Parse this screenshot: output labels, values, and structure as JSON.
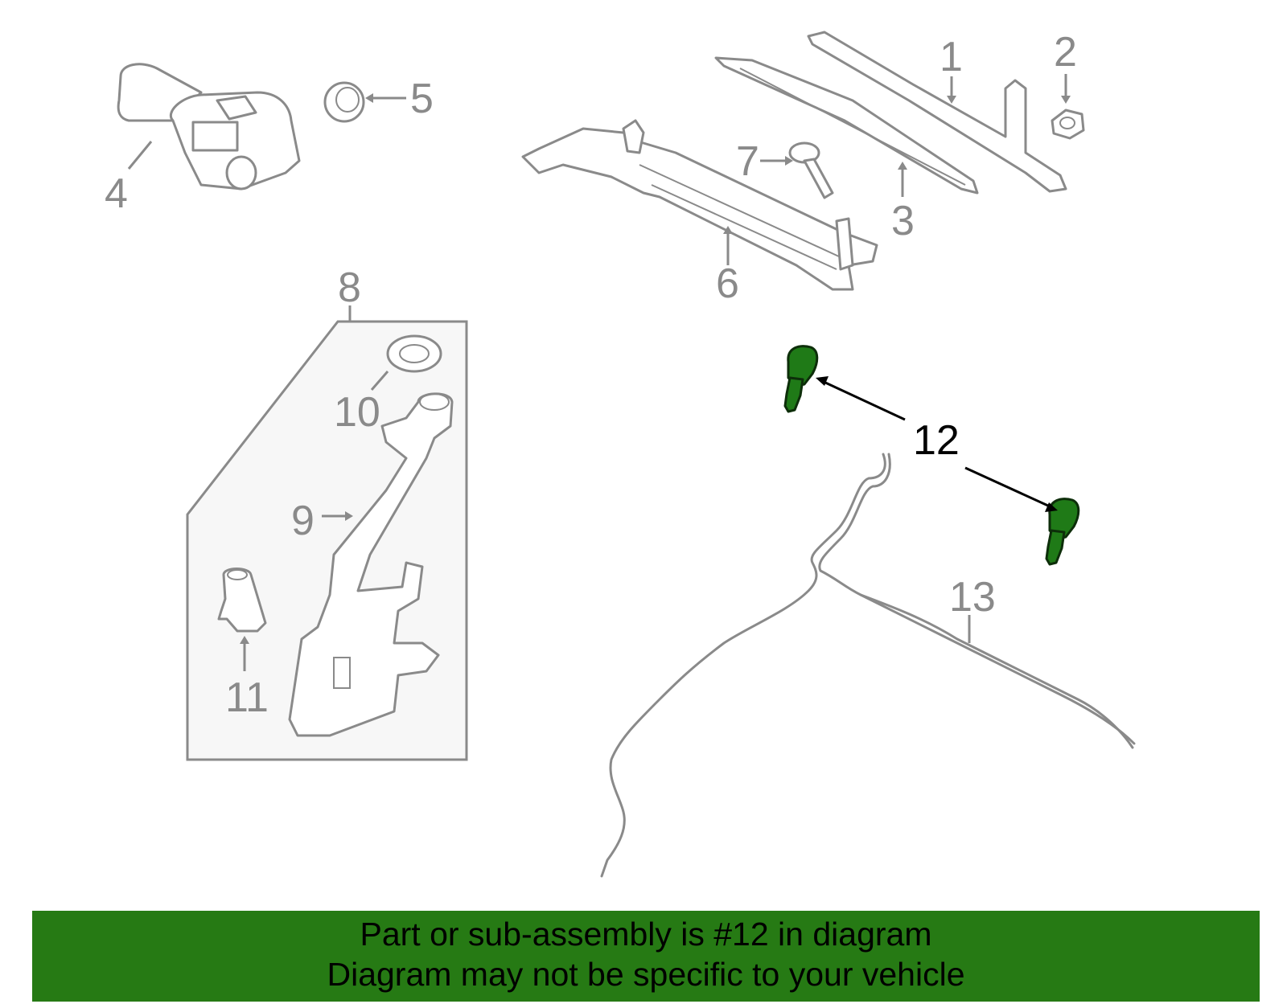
{
  "callouts": {
    "c1": "1",
    "c2": "2",
    "c3": "3",
    "c4": "4",
    "c5": "5",
    "c6": "6",
    "c7": "7",
    "c8": "8",
    "c9": "9",
    "c10": "10",
    "c11": "11",
    "c12": "12",
    "c13": "13"
  },
  "highlighted_part": "12",
  "colors": {
    "highlight": "#1f7a17",
    "banner": "#267a14",
    "line_art": "#8a8a8a"
  },
  "banner": {
    "line1": "Part or sub-assembly is #12 in diagram",
    "line2": "Diagram may not be specific to your vehicle"
  }
}
